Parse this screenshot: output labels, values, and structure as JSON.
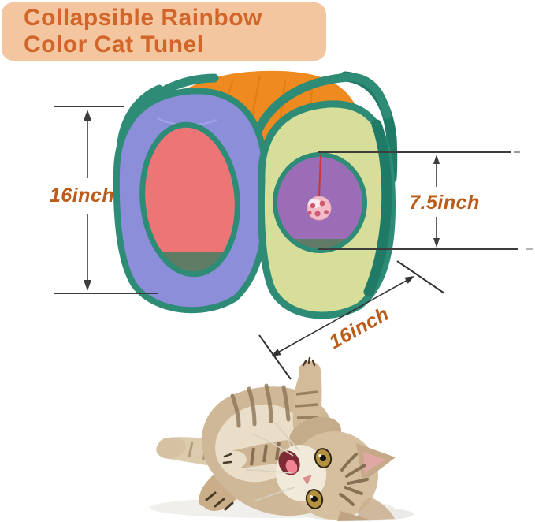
{
  "banner": {
    "line1": "Collapsible Rainbow",
    "line2": "Color Cat Tunel",
    "bg_color": "#f3c6a0",
    "text_color": "#d2662a"
  },
  "annotations": {
    "height_label": "16inch",
    "hole_height_label": "7.5inch",
    "width_label": "16inch",
    "label_color": "#bc5a17",
    "line_color": "#3d3d3d"
  },
  "product": {
    "name": "Collapsible rainbow color cat tunnel cube with hanging ball toy",
    "colors": {
      "top": "#ee8a1f",
      "top_fold": "#d9790e",
      "left_face": "#8d8ed9",
      "left_hole_interior": "#ee7576",
      "right_face": "#d7de9a",
      "right_hole_interior": "#9b6db6",
      "trim": "#2e8b76",
      "trim_dark": "#1f7a66",
      "floor": "#5f7c64",
      "ball": "#f4bcc9",
      "ball_holes": "#cb5a72",
      "string": "#c93636"
    }
  },
  "photo": {
    "subject": "tabby kitten lying on its back playing"
  }
}
